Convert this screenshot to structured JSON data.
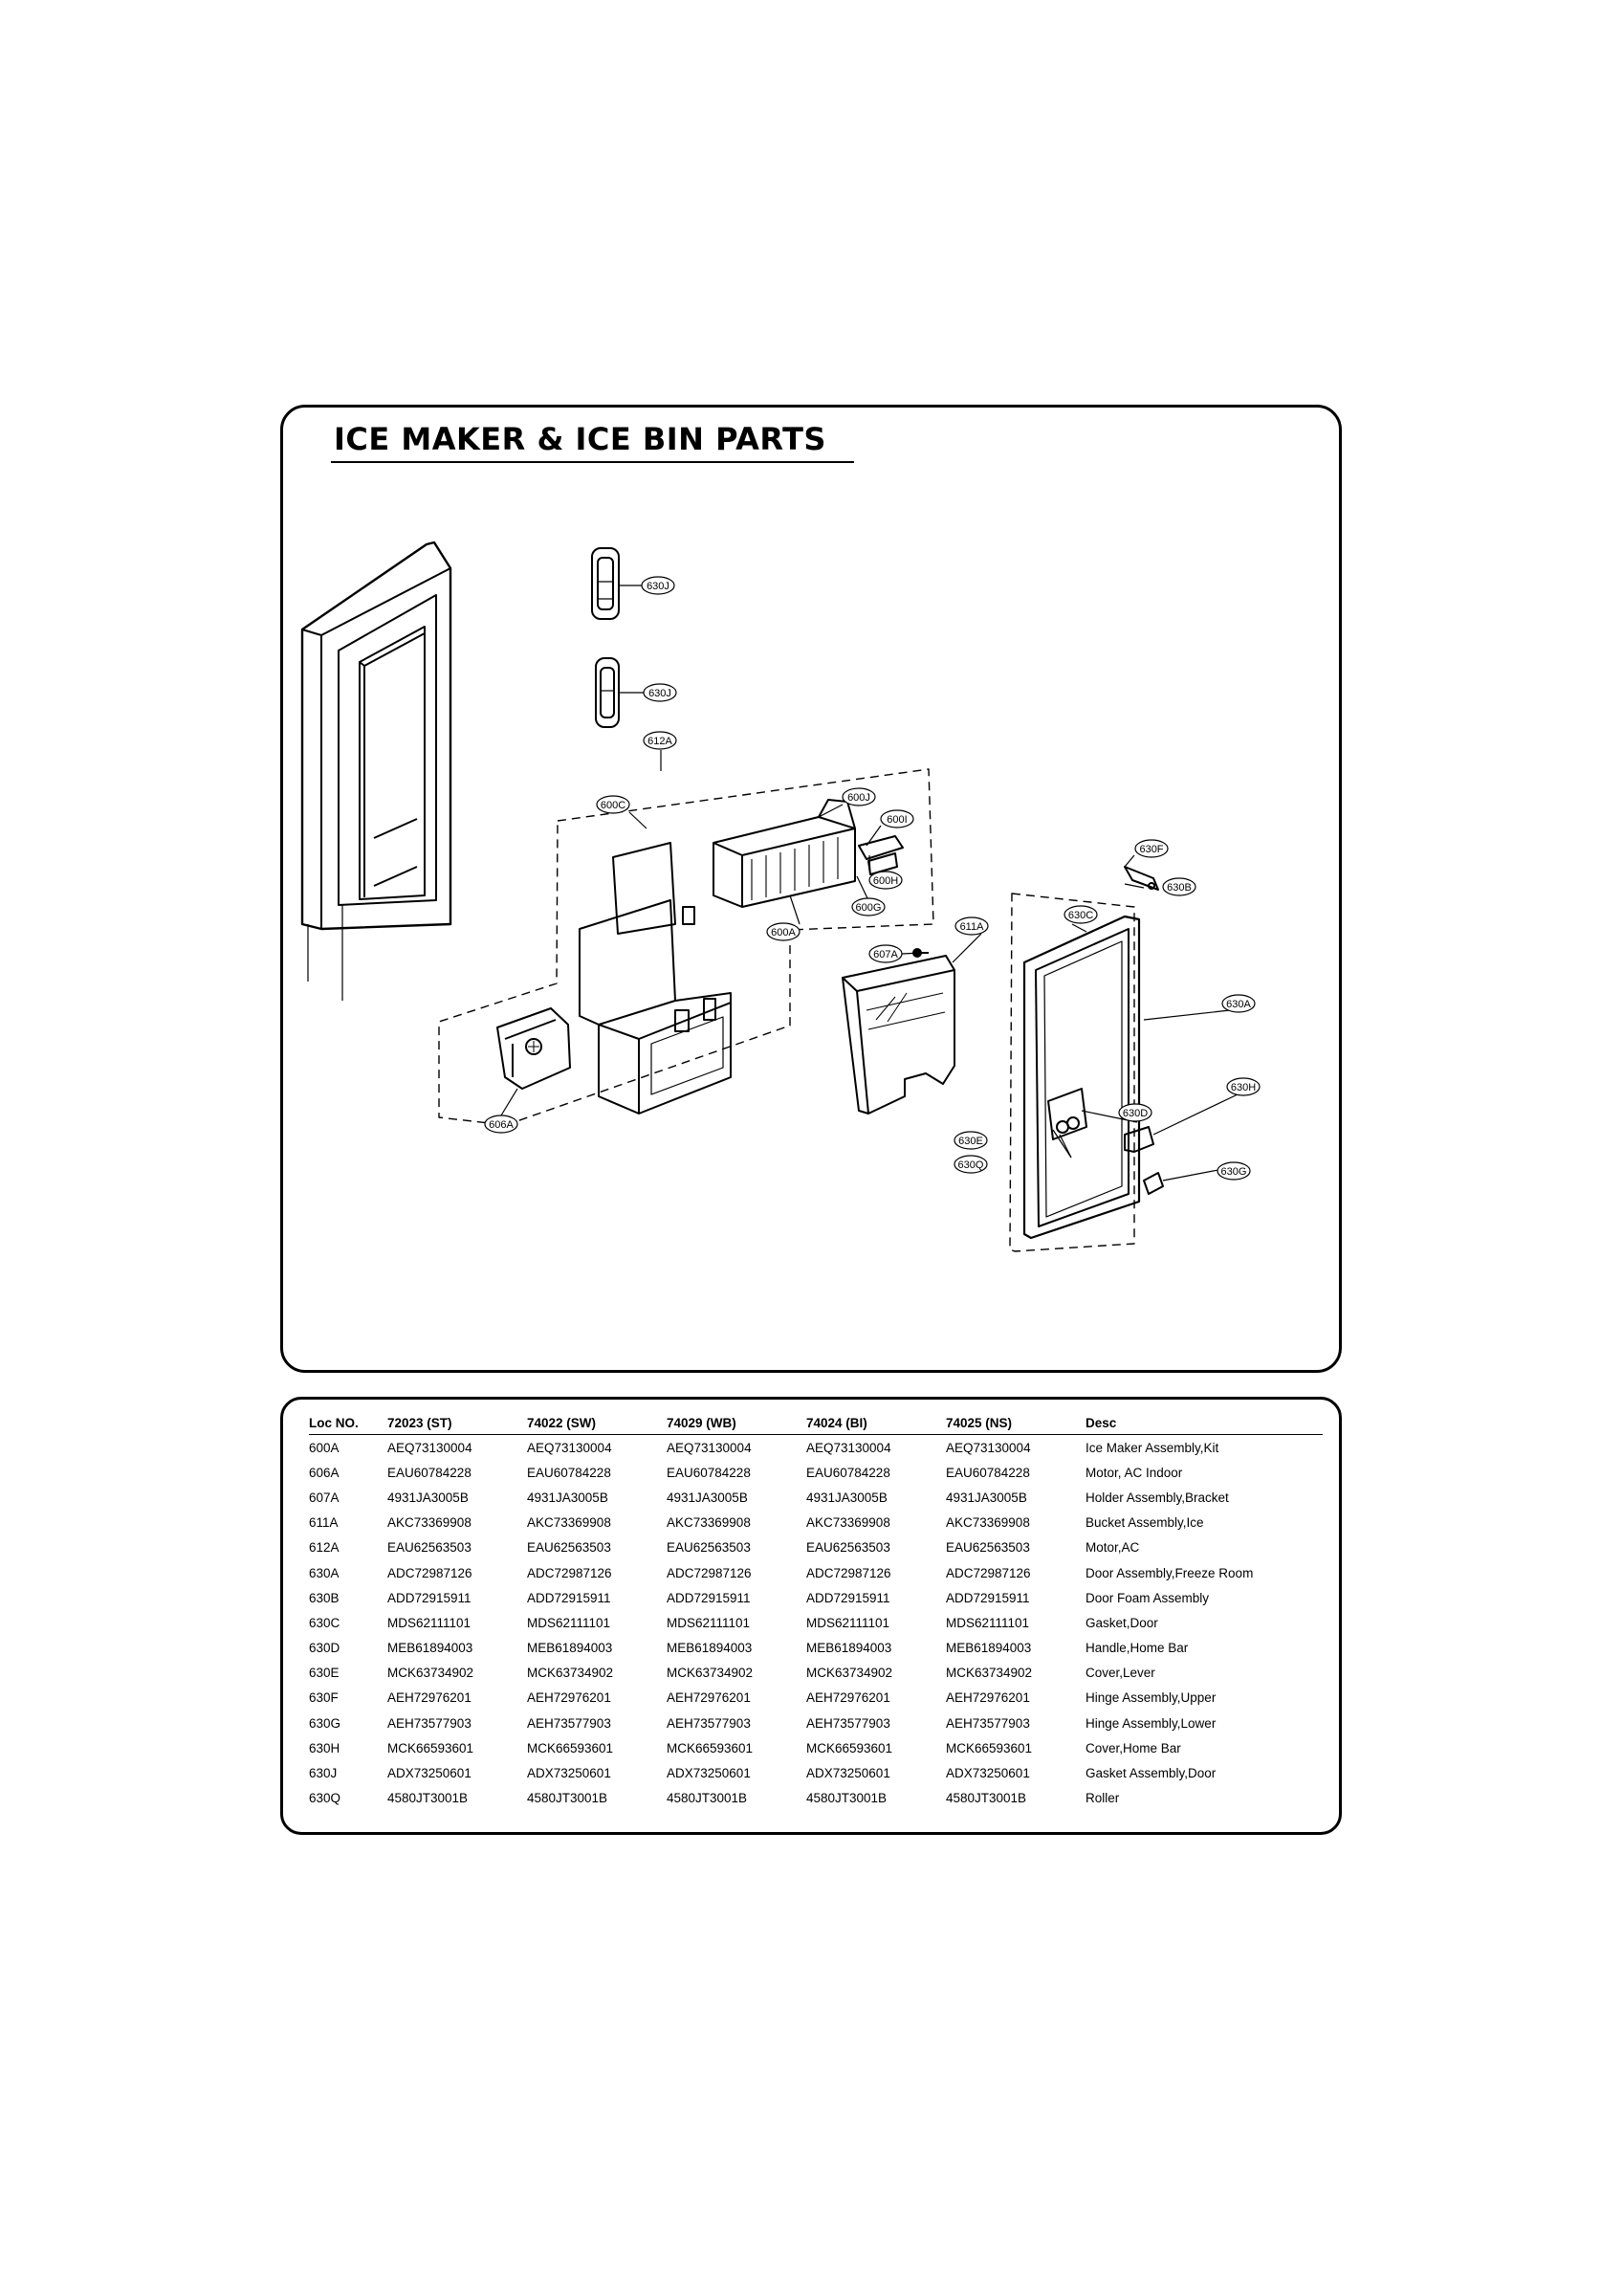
{
  "title": "ICE MAKER & ICE BIN PARTS",
  "callouts": [
    "630J",
    "630J",
    "612A",
    "600C",
    "600J",
    "600I",
    "600H",
    "600G",
    "600A",
    "607A",
    "611A",
    "606A",
    "630F",
    "630B",
    "630C",
    "630A",
    "630H",
    "630D",
    "630E",
    "630Q",
    "630G"
  ],
  "table": {
    "headers": [
      "Loc NO.",
      "72023 (ST)",
      "74022 (SW)",
      "74029 (WB)",
      "74024 (BI)",
      "74025 (NS)",
      "Desc"
    ],
    "rows": [
      [
        "600A",
        "AEQ73130004",
        "AEQ73130004",
        "AEQ73130004",
        "AEQ73130004",
        "AEQ73130004",
        "Ice Maker Assembly,Kit"
      ],
      [
        "606A",
        "EAU60784228",
        "EAU60784228",
        "EAU60784228",
        "EAU60784228",
        "EAU60784228",
        "Motor, AC Indoor"
      ],
      [
        "607A",
        "4931JA3005B",
        "4931JA3005B",
        "4931JA3005B",
        "4931JA3005B",
        "4931JA3005B",
        "Holder Assembly,Bracket"
      ],
      [
        "611A",
        "AKC73369908",
        "AKC73369908",
        "AKC73369908",
        "AKC73369908",
        "AKC73369908",
        "Bucket Assembly,Ice"
      ],
      [
        "612A",
        "EAU62563503",
        "EAU62563503",
        "EAU62563503",
        "EAU62563503",
        "EAU62563503",
        "Motor,AC"
      ],
      [
        "630A",
        "ADC72987126",
        "ADC72987126",
        "ADC72987126",
        "ADC72987126",
        "ADC72987126",
        "Door Assembly,Freeze Room"
      ],
      [
        "630B",
        "ADD72915911",
        "ADD72915911",
        "ADD72915911",
        "ADD72915911",
        "ADD72915911",
        "Door Foam Assembly"
      ],
      [
        "630C",
        "MDS62111101",
        "MDS62111101",
        "MDS62111101",
        "MDS62111101",
        "MDS62111101",
        "Gasket,Door"
      ],
      [
        "630D",
        "MEB61894003",
        "MEB61894003",
        "MEB61894003",
        "MEB61894003",
        "MEB61894003",
        "Handle,Home Bar"
      ],
      [
        "630E",
        "MCK63734902",
        "MCK63734902",
        "MCK63734902",
        "MCK63734902",
        "MCK63734902",
        "Cover,Lever"
      ],
      [
        "630F",
        "AEH72976201",
        "AEH72976201",
        "AEH72976201",
        "AEH72976201",
        "AEH72976201",
        "Hinge Assembly,Upper"
      ],
      [
        "630G",
        "AEH73577903",
        "AEH73577903",
        "AEH73577903",
        "AEH73577903",
        "AEH73577903",
        "Hinge Assembly,Lower"
      ],
      [
        "630H",
        "MCK66593601",
        "MCK66593601",
        "MCK66593601",
        "MCK66593601",
        "MCK66593601",
        "Cover,Home Bar"
      ],
      [
        "630J",
        "ADX73250601",
        "ADX73250601",
        "ADX73250601",
        "ADX73250601",
        "ADX73250601",
        "Gasket Assembly,Door"
      ],
      [
        "630Q",
        "4580JT3001B",
        "4580JT3001B",
        "4580JT3001B",
        "4580JT3001B",
        "4580JT3001B",
        "Roller"
      ]
    ]
  }
}
